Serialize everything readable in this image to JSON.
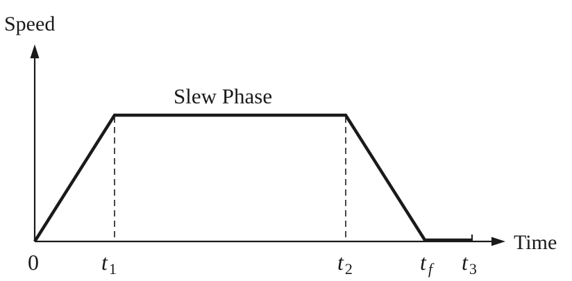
{
  "axes": {
    "y_title": "Speed",
    "x_title": "Time"
  },
  "phase_label": "Slew Phase",
  "ticks": {
    "origin": "0",
    "t1": {
      "base": "t",
      "sub": "1"
    },
    "t2": {
      "base": "t",
      "sub": "2"
    },
    "tf": {
      "base": "t",
      "sub": "f"
    },
    "t3": {
      "base": "t",
      "sub": "3"
    }
  },
  "colors": {
    "stroke": "#1a1a1a",
    "background": "#ffffff"
  }
}
